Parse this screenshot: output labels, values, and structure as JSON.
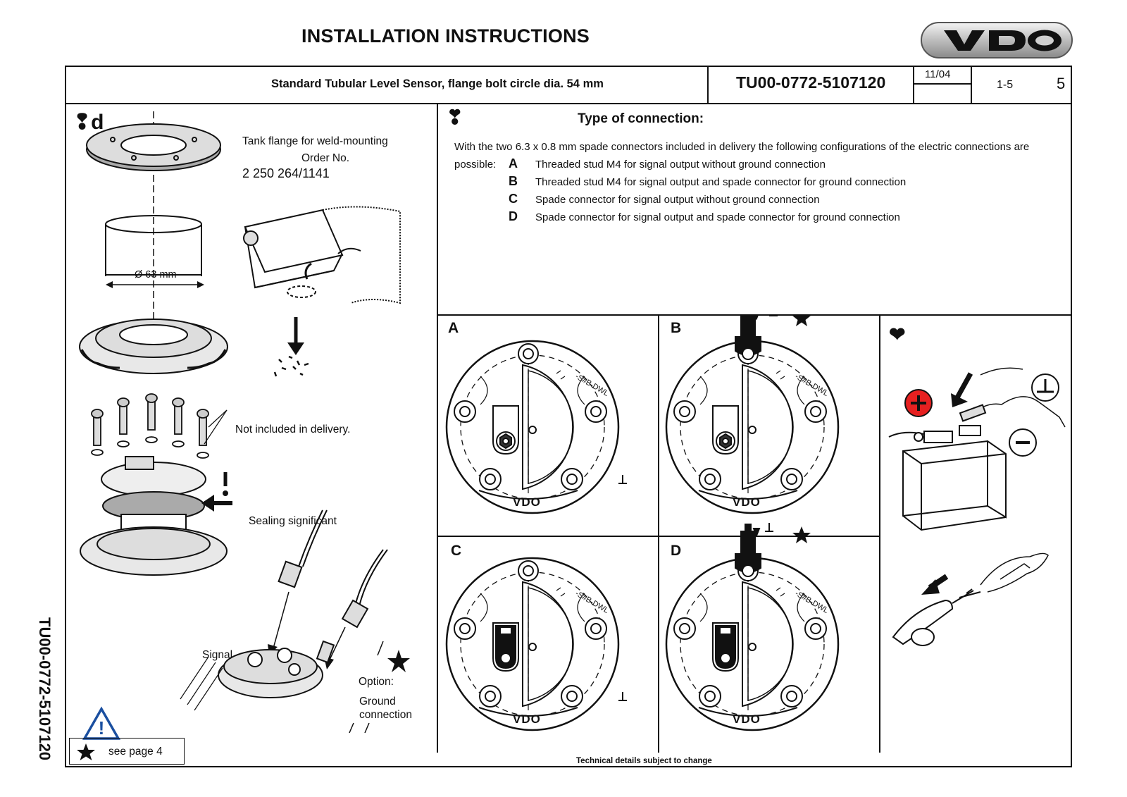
{
  "page_title": "INSTALLATION INSTRUCTIONS",
  "logo_text": "VDO",
  "header": {
    "description": "Standard Tubular Level Sensor, flange bolt circle dia. 54 mm",
    "code": "TU00-0772-5107120",
    "date": "11/04",
    "page_range": "1-5",
    "page_number": "5"
  },
  "step3d": {
    "marker": "❢d",
    "flange_label": "Tank flange for weld-mounting",
    "order_label": "Order No.",
    "order_number": "2 250 264/1141",
    "diameter_label": "Ø 63 mm",
    "not_included": "Not included in delivery.",
    "sealing": "Sealing significant",
    "signal": "Signal",
    "option": "Option:",
    "ground_connection": "Ground\nconnection",
    "see_page": "see page 4"
  },
  "step4": {
    "marker": "❣",
    "heading": "Type of connection:",
    "intro": "With the two 6.3 x 0.8 mm spade connectors included in delivery the following configurations of the electric connections are",
    "possible": "possible:",
    "options": [
      {
        "letter": "A",
        "text": "Threaded stud M4 for signal output without ground connection"
      },
      {
        "letter": "B",
        "text": "Threaded stud M4 for signal output and spade connector for ground connection"
      },
      {
        "letter": "C",
        "text": "Spade connector for signal output without ground connection"
      },
      {
        "letter": "D",
        "text": "Spade connector for signal output and spade connector for ground connection"
      }
    ]
  },
  "diagrams": {
    "a": "A",
    "b": "B",
    "c": "C",
    "d": "D",
    "vdo": "VDO"
  },
  "step5": {
    "marker": "❤"
  },
  "footer": "Technical details subject to change",
  "side_code": "TU00-0772-5107120"
}
